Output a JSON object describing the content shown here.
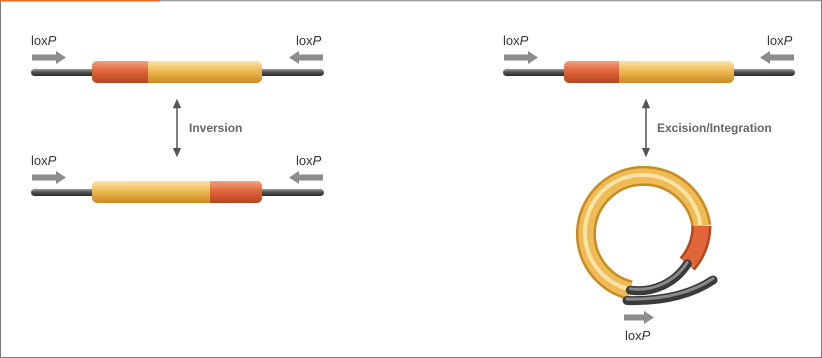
{
  "labels": {
    "lox": "lox",
    "p": "P",
    "inversion": "Inversion",
    "excision": "Excision/Integration"
  },
  "colors": {
    "frame": "#7a7a7a",
    "accent_line": "#e8702a",
    "wire": "#555555",
    "gold": "#e9ad3f",
    "orange": "#e0663a",
    "arrow": "#8c8c8c",
    "text": "#333333",
    "bold_text": "#666666"
  }
}
